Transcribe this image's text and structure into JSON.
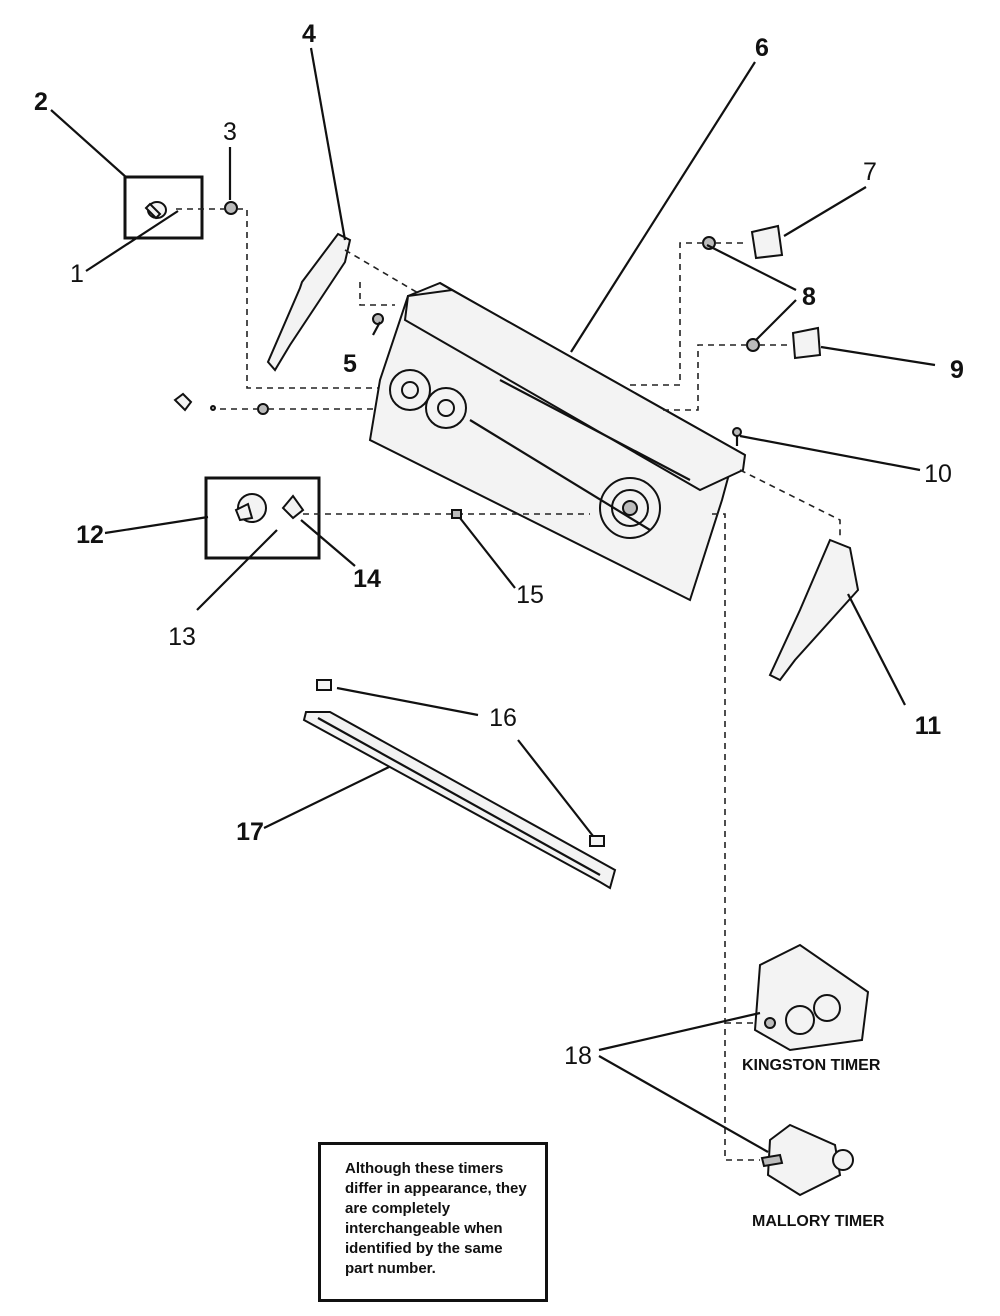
{
  "callouts": {
    "c1": "1",
    "c2": "2",
    "c3": "3",
    "c4": "4",
    "c5": "5",
    "c6": "6",
    "c7": "7",
    "c8": "8",
    "c9": "9",
    "c10": "10",
    "c11": "11",
    "c12": "12",
    "c13": "13",
    "c14": "14",
    "c15": "15",
    "c16": "16",
    "c17": "17",
    "c18": "18"
  },
  "timers": {
    "kingston": "KINGSTON TIMER",
    "mallory": "MALLORY TIMER"
  },
  "note": "Although these timers differ in appearance, they are completely interchangeable when identified by the same part number."
}
